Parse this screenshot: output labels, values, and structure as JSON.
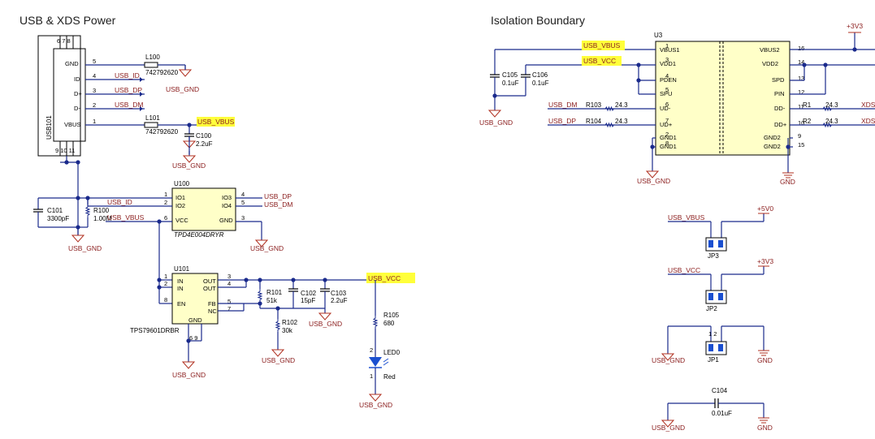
{
  "sections": {
    "usb_power_title": "USB & XDS Power",
    "isolation_title": "Isolation Boundary"
  },
  "nets": {
    "usb_gnd": "USB_GND",
    "usb_vbus": "USB_VBUS",
    "usb_vcc": "USB_VCC",
    "usb_id": "USB_ID",
    "usb_dp": "USB_DP",
    "usb_dm": "USB_DM",
    "gnd": "GND",
    "p3v3": "+3V3",
    "p5v0": "+5V0",
    "xds": "XDS"
  },
  "usb101": {
    "ref": "USB101",
    "pins": [
      {
        "num": "5",
        "name": "GND"
      },
      {
        "num": "4",
        "name": "ID"
      },
      {
        "num": "3",
        "name": "D+"
      },
      {
        "num": "2",
        "name": "D-"
      },
      {
        "num": "1",
        "name": "VBUS"
      }
    ],
    "top_pins": "6  7  8",
    "bottom_pins": "9  10  11"
  },
  "l100": {
    "ref": "L100",
    "value": "742792620"
  },
  "l101": {
    "ref": "L101",
    "value": "742792620"
  },
  "c100": {
    "ref": "C100",
    "value": "2.2uF"
  },
  "c101": {
    "ref": "C101",
    "value": "3300pF"
  },
  "r100": {
    "ref": "R100",
    "value": "1.00M"
  },
  "u100": {
    "ref": "U100",
    "part": "TPD4E004DRYR",
    "pins_left": [
      {
        "num": "1",
        "name": "IO1"
      },
      {
        "num": "2",
        "name": "IO2"
      },
      {
        "num": "6",
        "name": "VCC"
      }
    ],
    "pins_right": [
      {
        "num": "4",
        "name": "IO3"
      },
      {
        "num": "5",
        "name": "IO4"
      },
      {
        "num": "3",
        "name": "GND"
      }
    ]
  },
  "u101": {
    "ref": "U101",
    "part": "TPS79601DRBR",
    "pins_left": [
      {
        "num": "1",
        "name": "IN"
      },
      {
        "num": "2",
        "name": "IN"
      },
      {
        "num": "8",
        "name": "EN"
      }
    ],
    "pins_right": [
      {
        "num": "3",
        "name": "OUT"
      },
      {
        "num": "4",
        "name": "OUT"
      },
      {
        "num": "5",
        "name": "FB"
      },
      {
        "num": "7",
        "name": "NC"
      }
    ],
    "gnd_label": "GND",
    "bottom_pins": "6   9"
  },
  "r101": {
    "ref": "R101",
    "value": "51k"
  },
  "r102": {
    "ref": "R102",
    "value": "30k"
  },
  "c102": {
    "ref": "C102",
    "value": "15pF"
  },
  "c103": {
    "ref": "C103",
    "value": "2.2uF"
  },
  "r105": {
    "ref": "R105",
    "value": "680"
  },
  "led0": {
    "ref": "LED0",
    "color": "Red",
    "pin2": "2",
    "pin1": "1"
  },
  "u3": {
    "ref": "U3",
    "left": [
      {
        "num": "1",
        "name": "VBUS1"
      },
      {
        "num": "3",
        "name": "VDD1"
      },
      {
        "num": "4",
        "name": "PDEN"
      },
      {
        "num": "5",
        "name": "SPU"
      },
      {
        "num": "6",
        "name": "UD-"
      },
      {
        "num": "7",
        "name": "UD+"
      },
      {
        "num": "2",
        "name": "GND1"
      },
      {
        "num": "8",
        "name": "GND1"
      }
    ],
    "right": [
      {
        "num": "16",
        "name": "VBUS2"
      },
      {
        "num": "14",
        "name": "VDD2"
      },
      {
        "num": "13",
        "name": "SPD"
      },
      {
        "num": "12",
        "name": "PIN"
      },
      {
        "num": "11",
        "name": "DD-"
      },
      {
        "num": "10",
        "name": "DD+"
      },
      {
        "num": "9",
        "name": "GND2"
      },
      {
        "num": "15",
        "name": "GND2"
      }
    ]
  },
  "c105": {
    "ref": "C105",
    "value": "0.1uF"
  },
  "c106": {
    "ref": "C106",
    "value": "0.1uF"
  },
  "r103": {
    "ref": "R103",
    "value": "24.3"
  },
  "r104": {
    "ref": "R104",
    "value": "24.3"
  },
  "r1": {
    "ref": "R1",
    "value": "24.3"
  },
  "r2": {
    "ref": "R2",
    "value": "24.3"
  },
  "jp3": {
    "ref": "JP3"
  },
  "jp2": {
    "ref": "JP2"
  },
  "jp1": {
    "ref": "JP1",
    "pins": "1  2"
  },
  "c104": {
    "ref": "C104",
    "value": "0.01uF"
  },
  "colors": {
    "wire": "#1a2a8c",
    "net_label": "#8a1c1c",
    "highlight": "#ffff3a",
    "ic_fill": "#ffffc8",
    "gnd_symbol": "#b03020",
    "led": "#1a4fd0"
  },
  "highlighted_nets": [
    "USB_VBUS",
    "USB_VCC"
  ]
}
